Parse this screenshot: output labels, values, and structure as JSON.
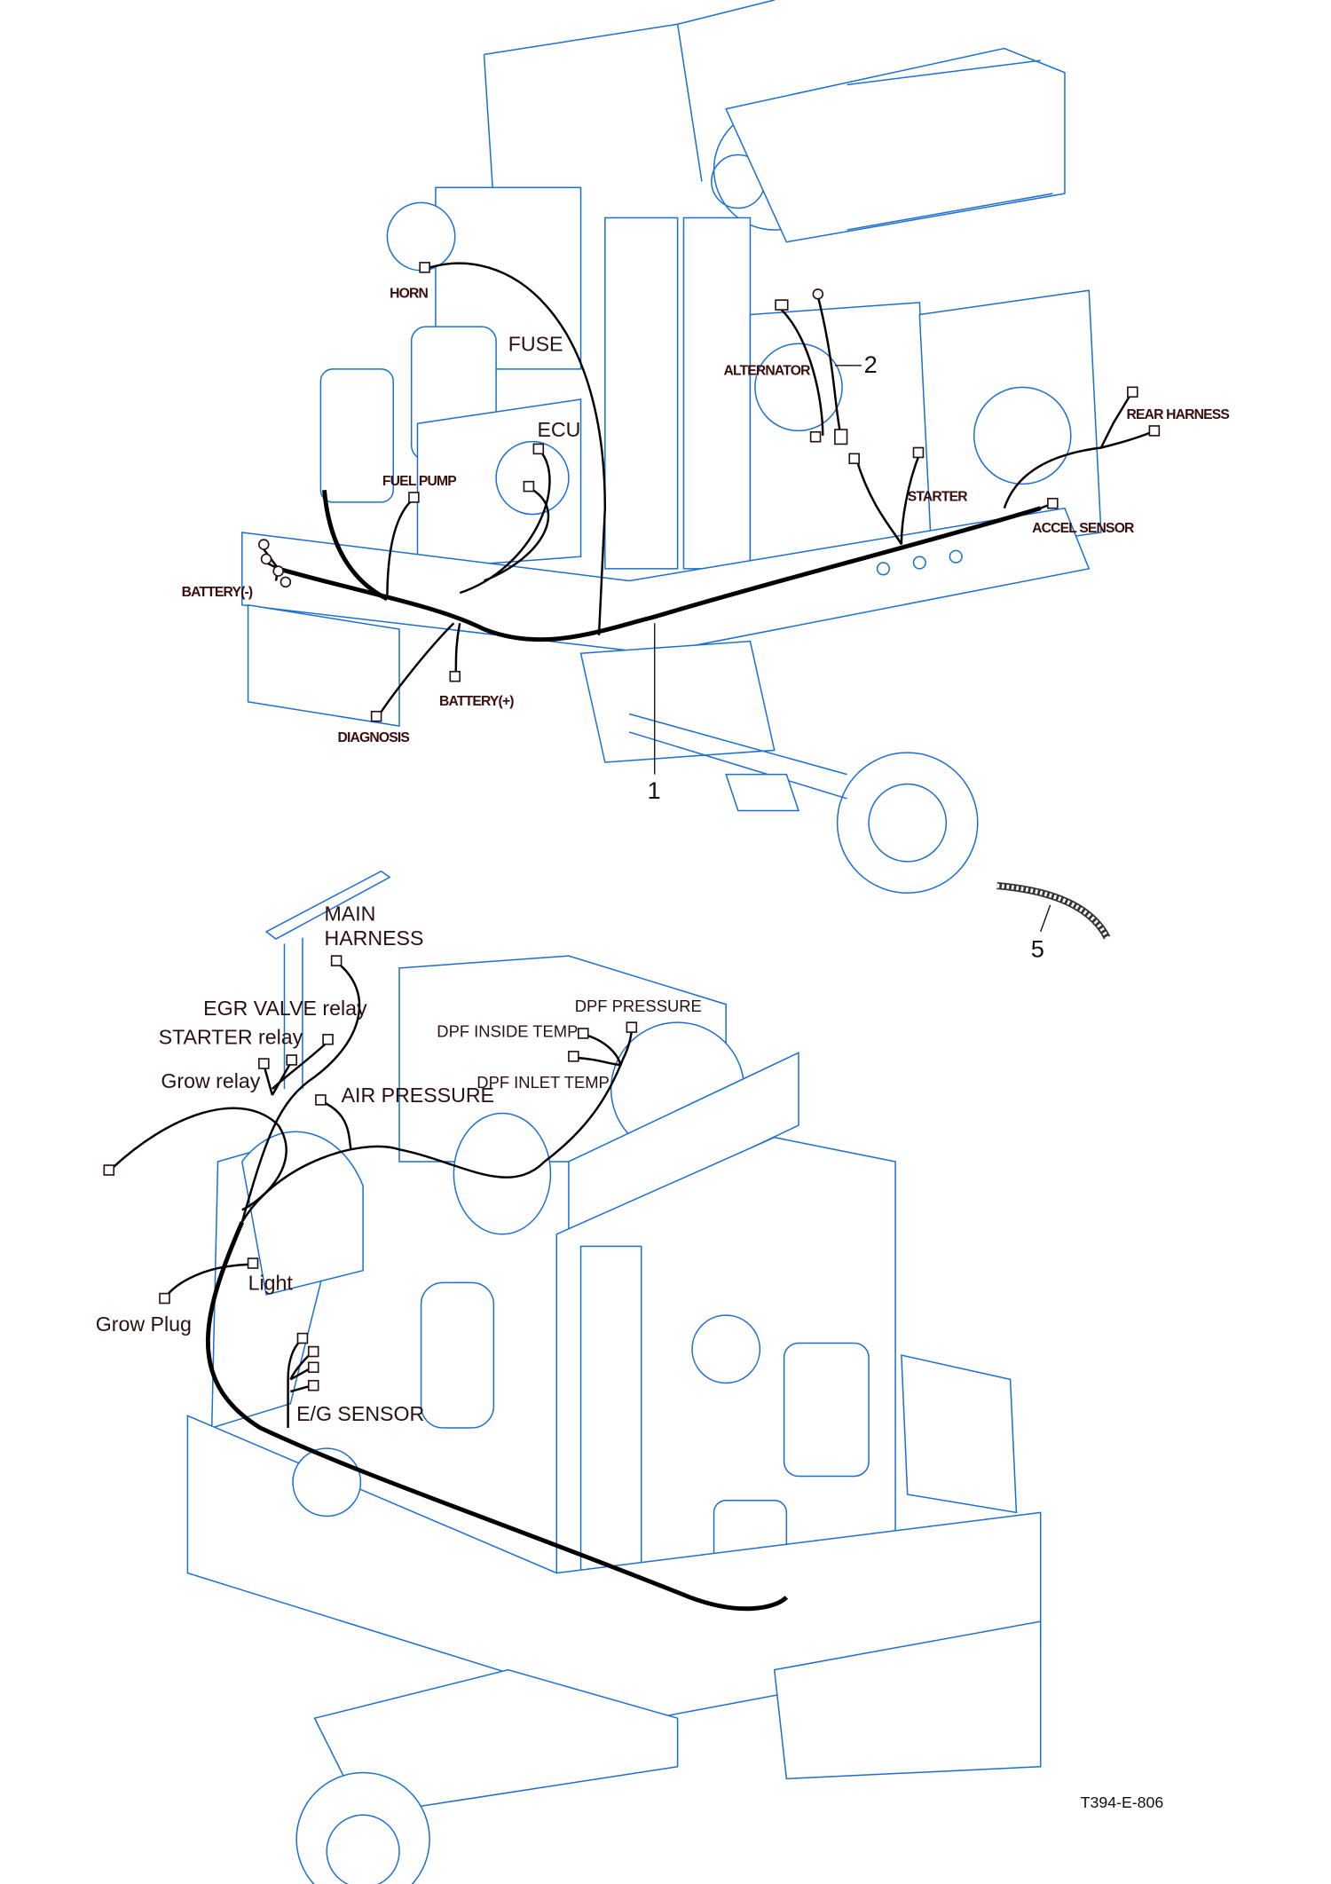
{
  "figure_code": "T394-E-806",
  "colors": {
    "line_art": "#1b6fd1",
    "harness": "#000000",
    "label": "#3a0d0d"
  },
  "upper_view": {
    "callouts": {
      "harness_1": "1",
      "harness_2": "2",
      "band_5": "5"
    },
    "labels": {
      "horn": "HORN",
      "fuse": "FUSE",
      "alternator": "ALTERNATOR",
      "ecu": "ECU",
      "rear_harness": "REAR HARNESS",
      "fuel_pump": "FUEL PUMP",
      "starter": "STARTER",
      "accel_sensor": "ACCEL SENSOR",
      "battery_neg": "BATTERY(-)",
      "battery_pos": "BATTERY(+)",
      "diagnosis": "DIAGNOSIS"
    }
  },
  "lower_view": {
    "labels": {
      "main_harness_1": "MAIN",
      "main_harness_2": "HARNESS",
      "egr_valve_relay": "EGR VALVE relay",
      "starter_relay": "STARTER relay",
      "grow_relay": "Grow relay",
      "air_pressure": "AIR PRESSURE",
      "dpf_pressure": "DPF PRESSURE",
      "dpf_inside_temp": "DPF INSIDE TEMP",
      "dpf_inlet_temp": "DPF INLET TEMP",
      "light": "Light",
      "grow_plug": "Grow Plug",
      "eg_sensor": "E/G SENSOR"
    }
  }
}
